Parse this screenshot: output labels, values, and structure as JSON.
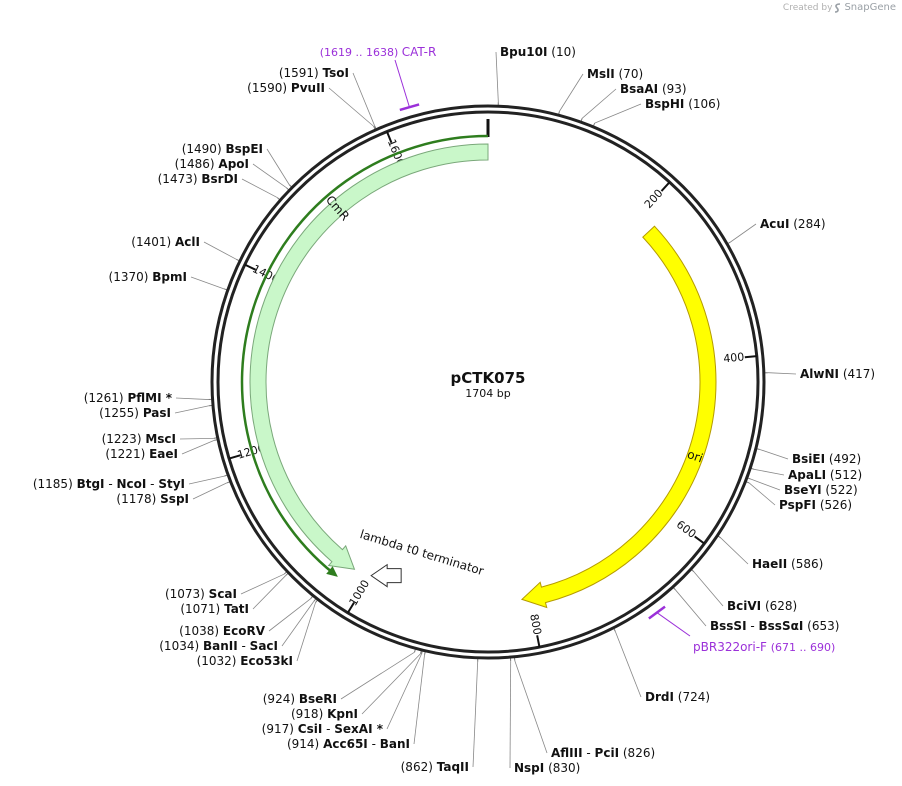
{
  "credit": {
    "prefix": "Created by",
    "brand": "SnapGene"
  },
  "plasmid": {
    "name": "pCTK075",
    "length_label": "1704 bp",
    "length": 1704
  },
  "colors": {
    "ori": "#ffff00",
    "cmr": "#c9f7c9",
    "primer": "#9b30d9",
    "cmr_line": "#2e7d1e",
    "terminator": "#ffffff"
  },
  "ticks": [
    {
      "pos": 200,
      "label": "200"
    },
    {
      "pos": 400,
      "label": "400"
    },
    {
      "pos": 600,
      "label": "600"
    },
    {
      "pos": 800,
      "label": "800"
    },
    {
      "pos": 1000,
      "label": "1000"
    },
    {
      "pos": 1200,
      "label": "1200"
    },
    {
      "pos": 1400,
      "label": "1400"
    },
    {
      "pos": 1600,
      "label": "1600"
    }
  ],
  "features": [
    {
      "name": "ori",
      "start": 222,
      "end": 810,
      "dir": 1,
      "color": "#ffff00"
    },
    {
      "name": "CmR",
      "start": 1020,
      "end": 1704,
      "dir": -1,
      "color": "#c9f7c9"
    },
    {
      "name": "lambda t0 terminator",
      "start": 960,
      "end": 1000,
      "dir": -1,
      "color": "#ffffff"
    }
  ],
  "primers": [
    {
      "name": "CAT-R",
      "range": "(1619 .. 1638)",
      "start": 1619,
      "end": 1638
    },
    {
      "name": "pBR322ori-F",
      "range": "(671 .. 690)",
      "start": 671,
      "end": 690
    }
  ],
  "sites": [
    {
      "id": "bpu10i",
      "pos": 10,
      "names": [
        "Bpu10I"
      ],
      "num": "(10)"
    },
    {
      "id": "msli",
      "pos": 70,
      "names": [
        "MslI"
      ],
      "num": "(70)"
    },
    {
      "id": "bsaai",
      "pos": 93,
      "names": [
        "BsaAI"
      ],
      "num": "(93)"
    },
    {
      "id": "bsphi",
      "pos": 106,
      "names": [
        "BspHI"
      ],
      "num": "(106)"
    },
    {
      "id": "acui",
      "pos": 284,
      "names": [
        "AcuI"
      ],
      "num": "(284)"
    },
    {
      "id": "alwni",
      "pos": 417,
      "names": [
        "AlwNI"
      ],
      "num": "(417)"
    },
    {
      "id": "bsiei",
      "pos": 492,
      "names": [
        "BsiEI"
      ],
      "num": "(492)"
    },
    {
      "id": "apali",
      "pos": 512,
      "names": [
        "ApaLI"
      ],
      "num": "(512)"
    },
    {
      "id": "bseyi",
      "pos": 522,
      "names": [
        "BseYI"
      ],
      "num": "(522)"
    },
    {
      "id": "pspfi",
      "pos": 526,
      "names": [
        "PspFI"
      ],
      "num": "(526)"
    },
    {
      "id": "haeii",
      "pos": 586,
      "names": [
        "HaeII"
      ],
      "num": "(586)"
    },
    {
      "id": "bcivi",
      "pos": 628,
      "names": [
        "BciVI"
      ],
      "num": "(628)"
    },
    {
      "id": "bsssi",
      "pos": 653,
      "names": [
        "BssSI",
        "BssSαI"
      ],
      "num": "(653)"
    },
    {
      "id": "drdi",
      "pos": 724,
      "names": [
        "DrdI"
      ],
      "num": "(724)"
    },
    {
      "id": "afliii",
      "pos": 826,
      "names": [
        "AflIII",
        "PciI"
      ],
      "num": "(826)"
    },
    {
      "id": "nspi",
      "pos": 830,
      "names": [
        "NspI"
      ],
      "num": "(830)"
    },
    {
      "id": "taqii",
      "pos": 862,
      "names": [
        "TaqII"
      ],
      "num": "(862)"
    },
    {
      "id": "acc65i",
      "pos": 914,
      "names": [
        "Acc65I",
        "BanI"
      ],
      "num": "(914)"
    },
    {
      "id": "csii",
      "pos": 917,
      "names": [
        "CsiI",
        "SexAI *"
      ],
      "num": "(917)"
    },
    {
      "id": "kpni",
      "pos": 918,
      "names": [
        "KpnI"
      ],
      "num": "(918)"
    },
    {
      "id": "bseri",
      "pos": 924,
      "names": [
        "BseRI"
      ],
      "num": "(924)"
    },
    {
      "id": "eco53ki",
      "pos": 1032,
      "names": [
        "Eco53kI"
      ],
      "num": "(1032)"
    },
    {
      "id": "banii",
      "pos": 1034,
      "names": [
        "BanII",
        "SacI"
      ],
      "num": "(1034)"
    },
    {
      "id": "ecorv",
      "pos": 1038,
      "names": [
        "EcoRV"
      ],
      "num": "(1038)"
    },
    {
      "id": "tati",
      "pos": 1071,
      "names": [
        "TatI"
      ],
      "num": "(1071)"
    },
    {
      "id": "scai",
      "pos": 1073,
      "names": [
        "ScaI"
      ],
      "num": "(1073)"
    },
    {
      "id": "sspi",
      "pos": 1178,
      "names": [
        "SspI"
      ],
      "num": "(1178)"
    },
    {
      "id": "btgi",
      "pos": 1185,
      "names": [
        "BtgI",
        "NcoI",
        "StyI"
      ],
      "num": "(1185)"
    },
    {
      "id": "eaei",
      "pos": 1221,
      "names": [
        "EaeI"
      ],
      "num": "(1221)"
    },
    {
      "id": "msci",
      "pos": 1223,
      "names": [
        "MscI"
      ],
      "num": "(1223)"
    },
    {
      "id": "pasi",
      "pos": 1255,
      "names": [
        "PasI"
      ],
      "num": "(1255)"
    },
    {
      "id": "pflmi",
      "pos": 1261,
      "names": [
        "PflMI *"
      ],
      "num": "(1261)"
    },
    {
      "id": "bpmi",
      "pos": 1370,
      "names": [
        "BpmI"
      ],
      "num": "(1370)"
    },
    {
      "id": "acli",
      "pos": 1401,
      "names": [
        "AclI"
      ],
      "num": "(1401)"
    },
    {
      "id": "bsrdi",
      "pos": 1473,
      "names": [
        "BsrDI"
      ],
      "num": "(1473)"
    },
    {
      "id": "apoi",
      "pos": 1486,
      "names": [
        "ApoI"
      ],
      "num": "(1486)"
    },
    {
      "id": "bspei",
      "pos": 1490,
      "names": [
        "BspEI"
      ],
      "num": "(1490)"
    },
    {
      "id": "pvuii",
      "pos": 1590,
      "names": [
        "PvuII"
      ],
      "num": "(1590)"
    },
    {
      "id": "tsoi",
      "pos": 1591,
      "names": [
        "TsoI"
      ],
      "num": "(1591)"
    }
  ]
}
